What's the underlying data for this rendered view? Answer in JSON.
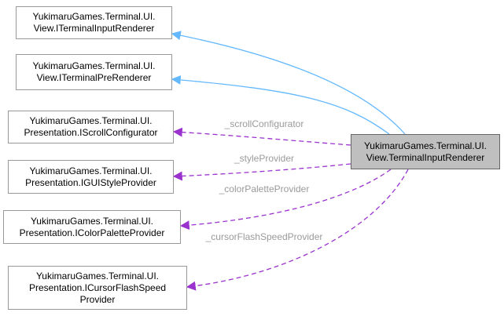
{
  "nodes": {
    "iterminal_input_renderer": {
      "line1": "YukimaruGames.Terminal.UI.",
      "line2": "View.ITerminalInputRenderer"
    },
    "iterminal_pre_renderer": {
      "line1": "YukimaruGames.Terminal.UI.",
      "line2": "View.ITerminalPreRenderer"
    },
    "iscroll_configurator": {
      "line1": "YukimaruGames.Terminal.UI.",
      "line2": "Presentation.IScrollConfigurator"
    },
    "igui_style_provider": {
      "line1": "YukimaruGames.Terminal.UI.",
      "line2": "Presentation.IGUIStyleProvider"
    },
    "icolor_palette_provider": {
      "line1": "YukimaruGames.Terminal.UI.",
      "line2": "Presentation.IColorPaletteProvider"
    },
    "icursor_flash_speed_provider": {
      "line1": "YukimaruGames.Terminal.UI.",
      "line2": "Presentation.ICursorFlashSpeed",
      "line3": "Provider"
    },
    "terminal_input_renderer": {
      "line1": "YukimaruGames.Terminal.UI.",
      "line2": "View.TerminalInputRenderer"
    }
  },
  "edge_labels": {
    "scroll_configurator": "_scrollConfigurator",
    "style_provider": "_styleProvider",
    "color_palette_provider": "_colorPaletteProvider",
    "cursor_flash_speed_provider": "_cursorFlashSpeedProvider"
  },
  "colors": {
    "inheritance_edge": "#63b8ff",
    "usage_edge": "#9a32cd",
    "edge_label": "#9a9a9a",
    "node_border": "#999999",
    "main_node_fill": "#bfbfbf",
    "main_node_border": "#666666"
  }
}
